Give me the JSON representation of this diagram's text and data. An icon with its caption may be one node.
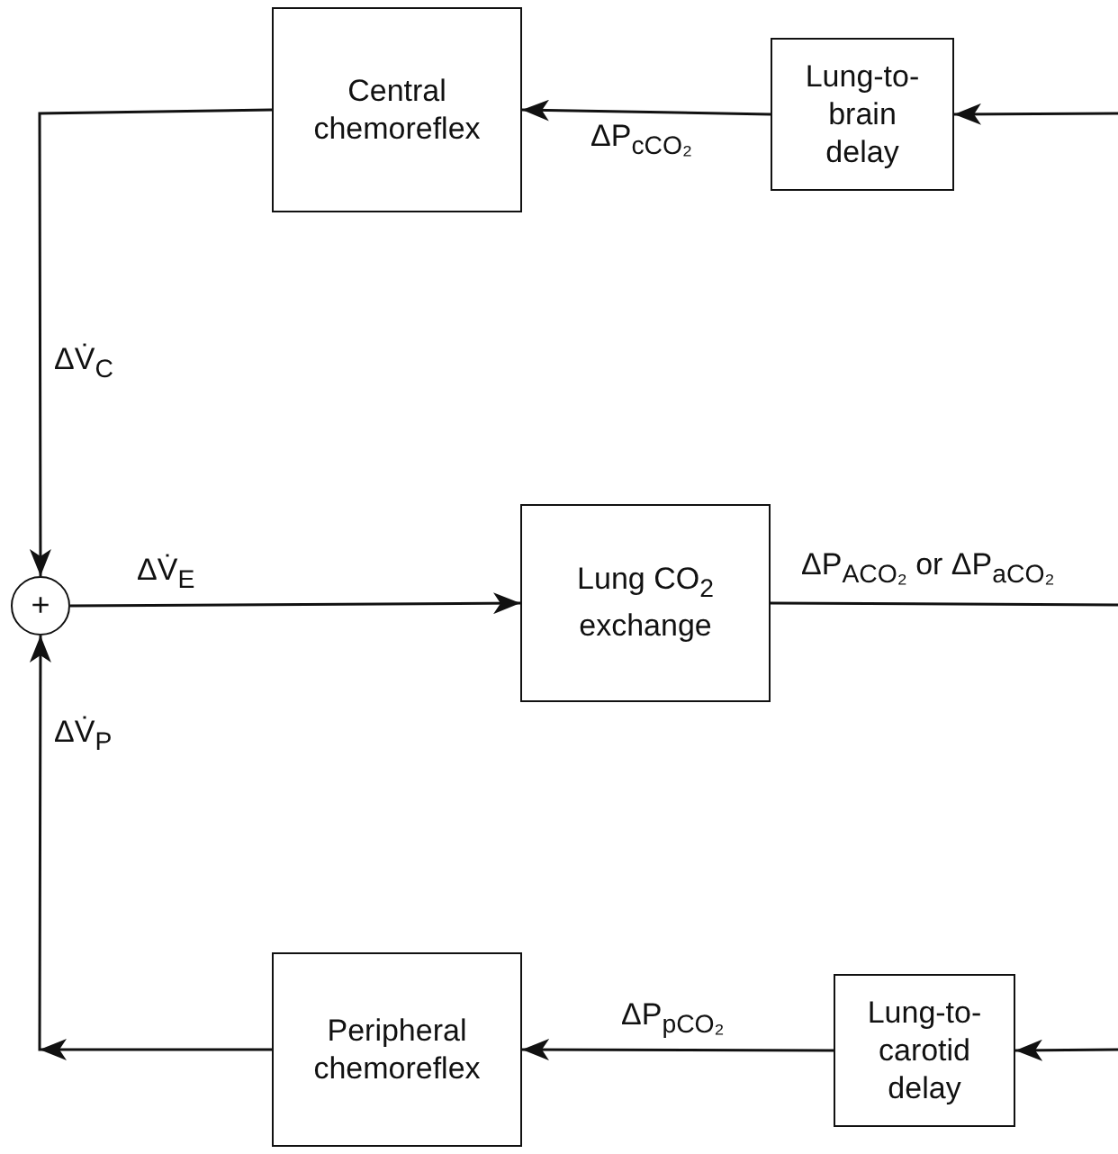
{
  "diagram": {
    "nodes": [
      {
        "text": [
          "Central chemoreflex"
        ]
      },
      {
        "text": [
          "Lung-to- brain delay"
        ]
      },
      {
        "text": [
          "+"
        ]
      },
      {
        "text": [
          "Lung CO$_{2}$ exchange"
        ]
      },
      {
        "text": [
          "Peripheral chemoreflex"
        ]
      },
      {
        "text": [
          "Lung-to- carotid delay"
        ]
      }
    ],
    "edges": [
      {
        "from": null,
        "to": 1,
        "arrow": "to"
      },
      {
        "from": 1,
        "to": 0,
        "arrow": "to",
        "label": "ΔP$_{cCO₂}$"
      },
      {
        "from": 0,
        "to": 2,
        "arrow": "to",
        "label": "ΔV̇$_{C}$"
      },
      {
        "from": 2,
        "to": 3,
        "arrow": "to",
        "label": "ΔV̇$_{E}$"
      },
      {
        "from": 3,
        "to": null,
        "arrow": "none",
        "label": "ΔP$_{ACO₂}$ or ΔP$_{aCO₂}$"
      },
      {
        "from": null,
        "to": 5,
        "arrow": "to"
      },
      {
        "from": 5,
        "to": 4,
        "arrow": "to",
        "label": "ΔP$_{pCO₂}$"
      },
      {
        "from": 4,
        "to": 2,
        "arrow": "to",
        "label": "ΔV̇$_{P}$"
      }
    ]
  }
}
